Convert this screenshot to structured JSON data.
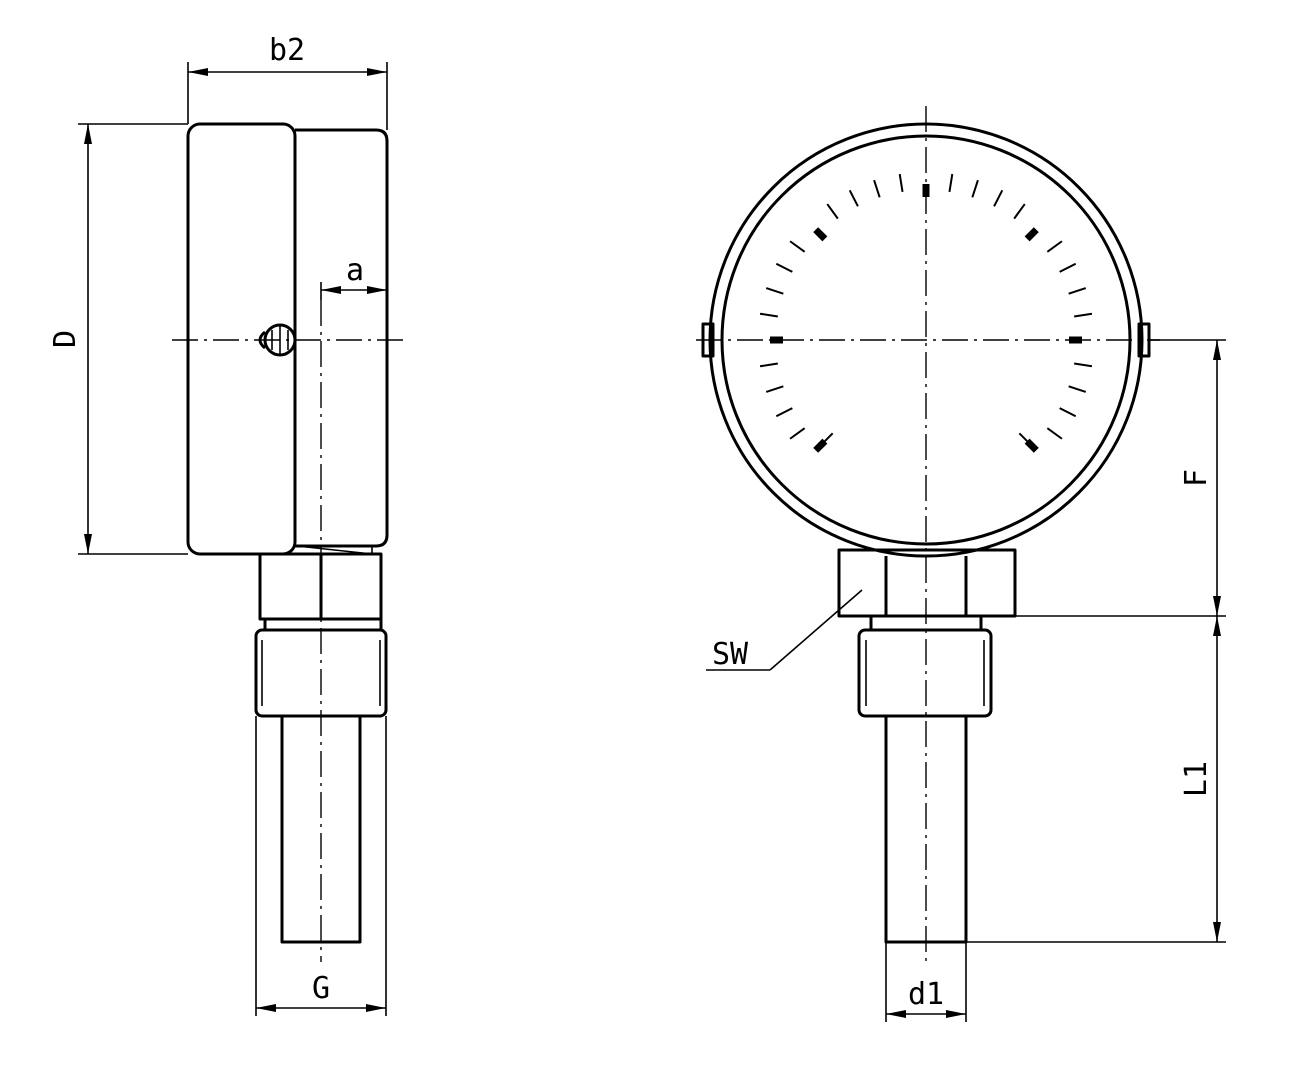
{
  "labels": {
    "b2": "b2",
    "a": "a",
    "D": "D",
    "G": "G",
    "sw": "SW",
    "F": "F",
    "L1": "L1",
    "d1": "d1"
  }
}
